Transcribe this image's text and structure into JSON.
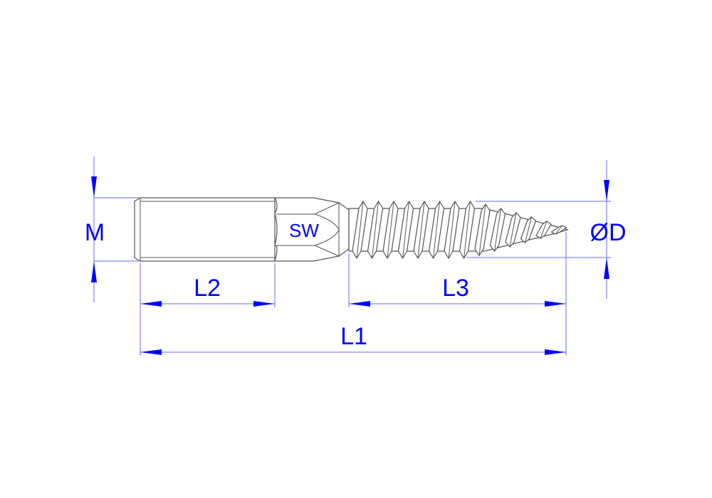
{
  "drawing": {
    "title": "Hanger bolt dimension drawing",
    "labels": {
      "m": "M",
      "sw": "SW",
      "l1": "L1",
      "l2": "L2",
      "l3": "L3",
      "d": "ØD"
    },
    "colors": {
      "dimension_text": "#0000ff",
      "dimension_line": "#6a6aff",
      "outline": "#555555"
    }
  }
}
